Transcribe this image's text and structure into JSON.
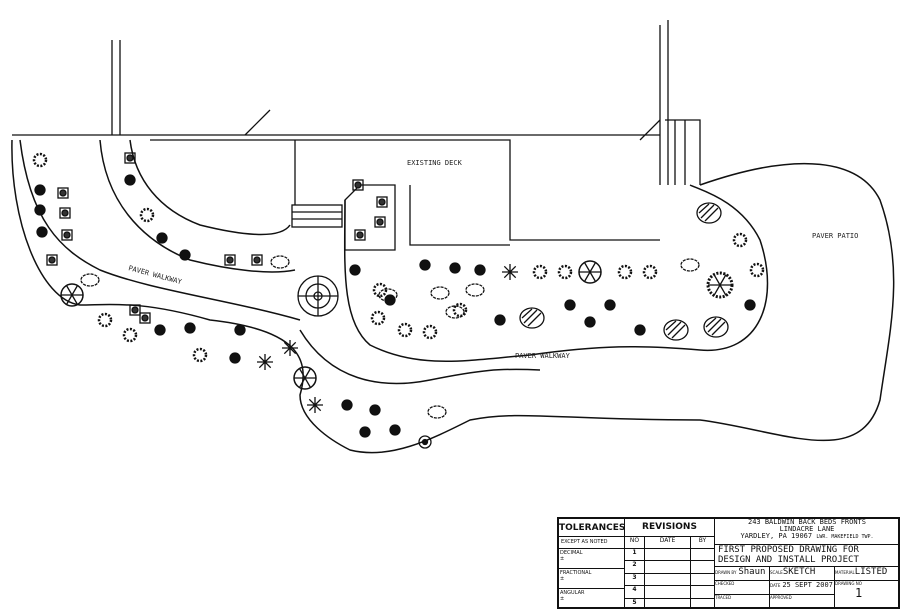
{
  "drawing": {
    "labels": {
      "deck": "EXISTING DECK",
      "walkway_left": "PAVER WALKWAY",
      "walkway_main": "PAVER WALKWAY",
      "patio": "PAVER PATIO"
    }
  },
  "title_block": {
    "tolerances": "TOLERANCES",
    "except": "EXCEPT AS NOTED",
    "decimal": "DECIMAL",
    "fractional": "FRACTIONAL",
    "angular": "ANGULAR",
    "pm": "±",
    "revisions": "REVISIONS",
    "no": "NO",
    "date": "DATE",
    "by": "BY",
    "rows": [
      "1",
      "2",
      "3",
      "4",
      "5"
    ],
    "address_line1": "243 BALDWIN  BACK BEDS FRONTS",
    "address_line2": "LINDACRE LANE",
    "address_line3": "YARDLEY, PA 19067",
    "township": "LWR. MAKEFIELD TWP.",
    "title_line1": "FIRST PROPOSED DRAWING FOR",
    "title_line2": "DESIGN AND INSTALL PROJECT",
    "drawn_by_label": "DRAWN BY",
    "drawn_by": "Shaun",
    "scale_label": "SCALE",
    "scale": "SKETCH",
    "material_label": "MATERIAL",
    "material": "LISTED",
    "checked_label": "CHECKED",
    "date_label": "DATE",
    "date_value": "25 SEPT 2007",
    "drawing_no_label": "DRAWING NO",
    "drawing_no": "1",
    "traced_label": "TRACED",
    "approved_label": "APPROVED"
  }
}
